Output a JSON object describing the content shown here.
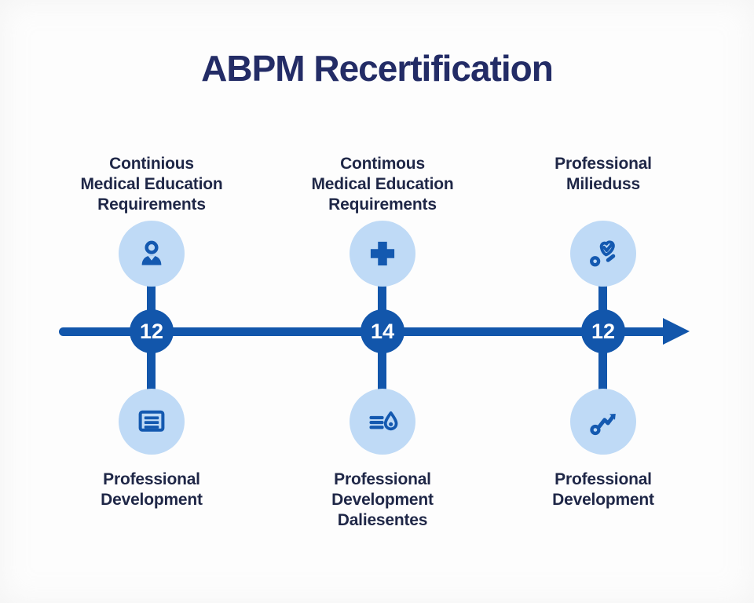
{
  "title": "ABPM Recertification",
  "colors": {
    "accent_blue": "#1256AB",
    "icon_blue": "#1459B0",
    "icon_circle_fill": "#BFDAF6",
    "title_navy": "#232C66",
    "label_dark": "#1F2747",
    "node_number_color": "#FFFFFF",
    "background": "#FDFDFD"
  },
  "timeline": {
    "direction": "left-to-right-arrow"
  },
  "milestones": [
    {
      "number": "12",
      "top_label": "Continious\nMedical Education\nRequirements",
      "top_icon": "user-icon",
      "bottom_label": "Professional\nDevelopment",
      "bottom_icon": "document-lines-icon"
    },
    {
      "number": "14",
      "top_label": "Contimous\nMedical Education\nRequirements",
      "top_icon": "medical-cross-icon",
      "bottom_label": "Professional\nDevelopment\nDaliesentes",
      "bottom_icon": "list-droplet-icon"
    },
    {
      "number": "12",
      "top_label": "Professional\nMilieduss",
      "top_icon": "heart-check-icon",
      "bottom_label": "Professional\nDevelopment",
      "bottom_icon": "trend-arrow-icon"
    }
  ]
}
